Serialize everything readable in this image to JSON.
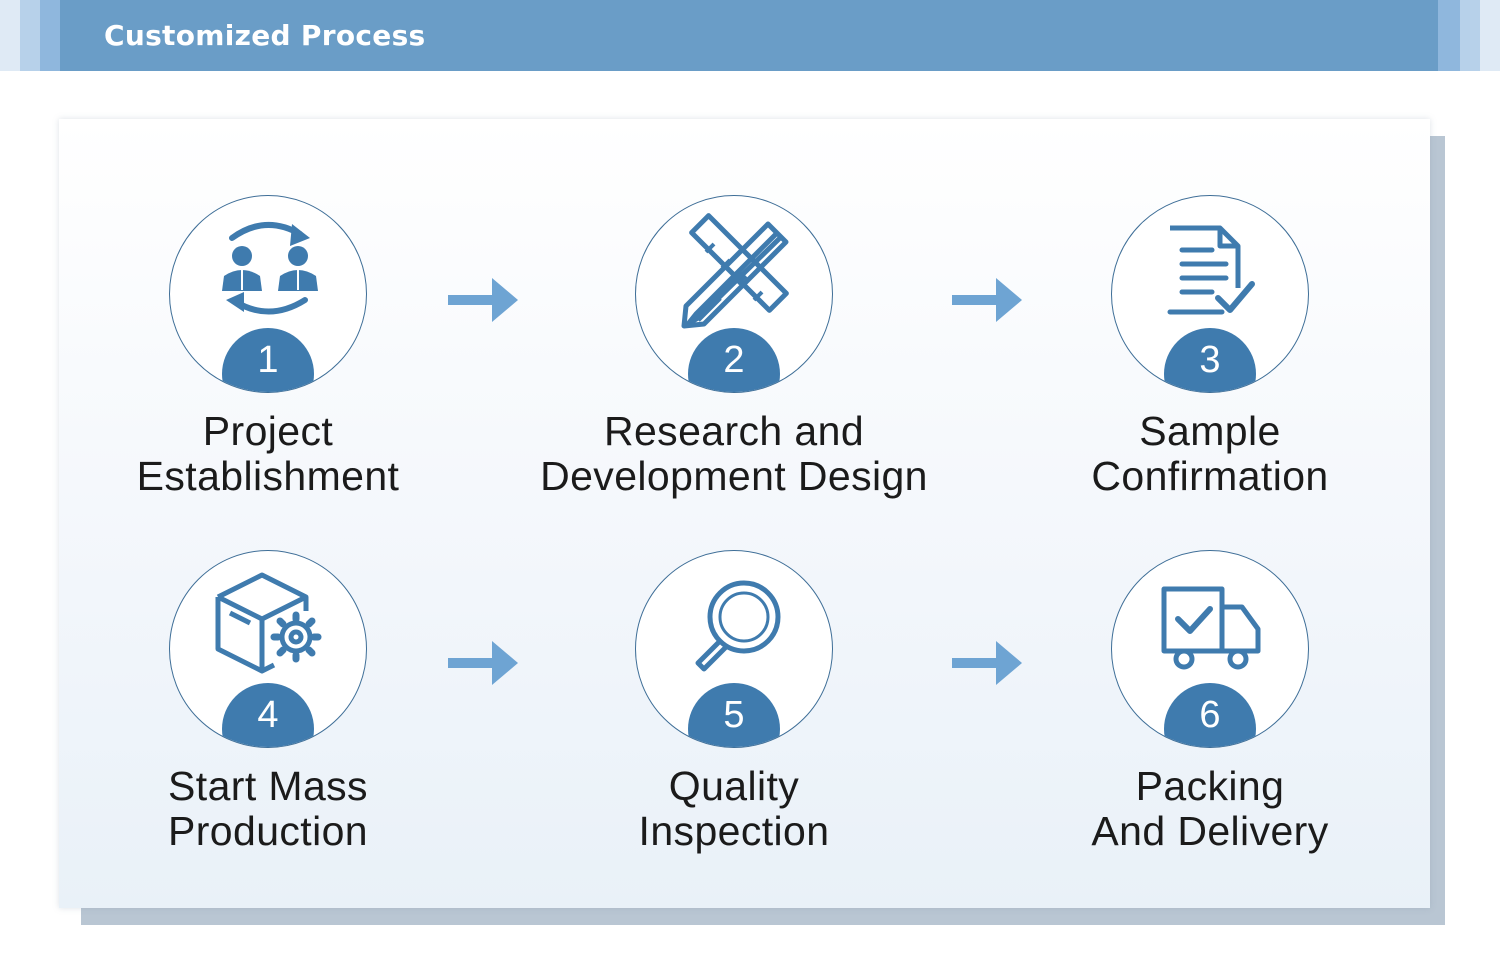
{
  "header": {
    "title": "Customized Process"
  },
  "colors": {
    "banner": "#6a9dc7",
    "accent": "#3f7bae",
    "arrow": "#6ea4d3",
    "circle_border": "#3e6e97"
  },
  "steps": [
    {
      "number": "1",
      "label_line1": "Project",
      "label_line2": "Establishment",
      "icon": "handshake-people-exchange-icon"
    },
    {
      "number": "2",
      "label_line1": "Research and",
      "label_line2": "Development Design",
      "icon": "ruler-pencil-icon"
    },
    {
      "number": "3",
      "label_line1": "Sample",
      "label_line2": "Confirmation",
      "icon": "document-check-icon"
    },
    {
      "number": "4",
      "label_line1": "Start Mass",
      "label_line2": "Production",
      "icon": "box-gear-icon"
    },
    {
      "number": "5",
      "label_line1": "Quality",
      "label_line2": "Inspection",
      "icon": "magnifier-icon"
    },
    {
      "number": "6",
      "label_line1": "Packing",
      "label_line2": "And Delivery",
      "icon": "delivery-truck-check-icon"
    }
  ]
}
